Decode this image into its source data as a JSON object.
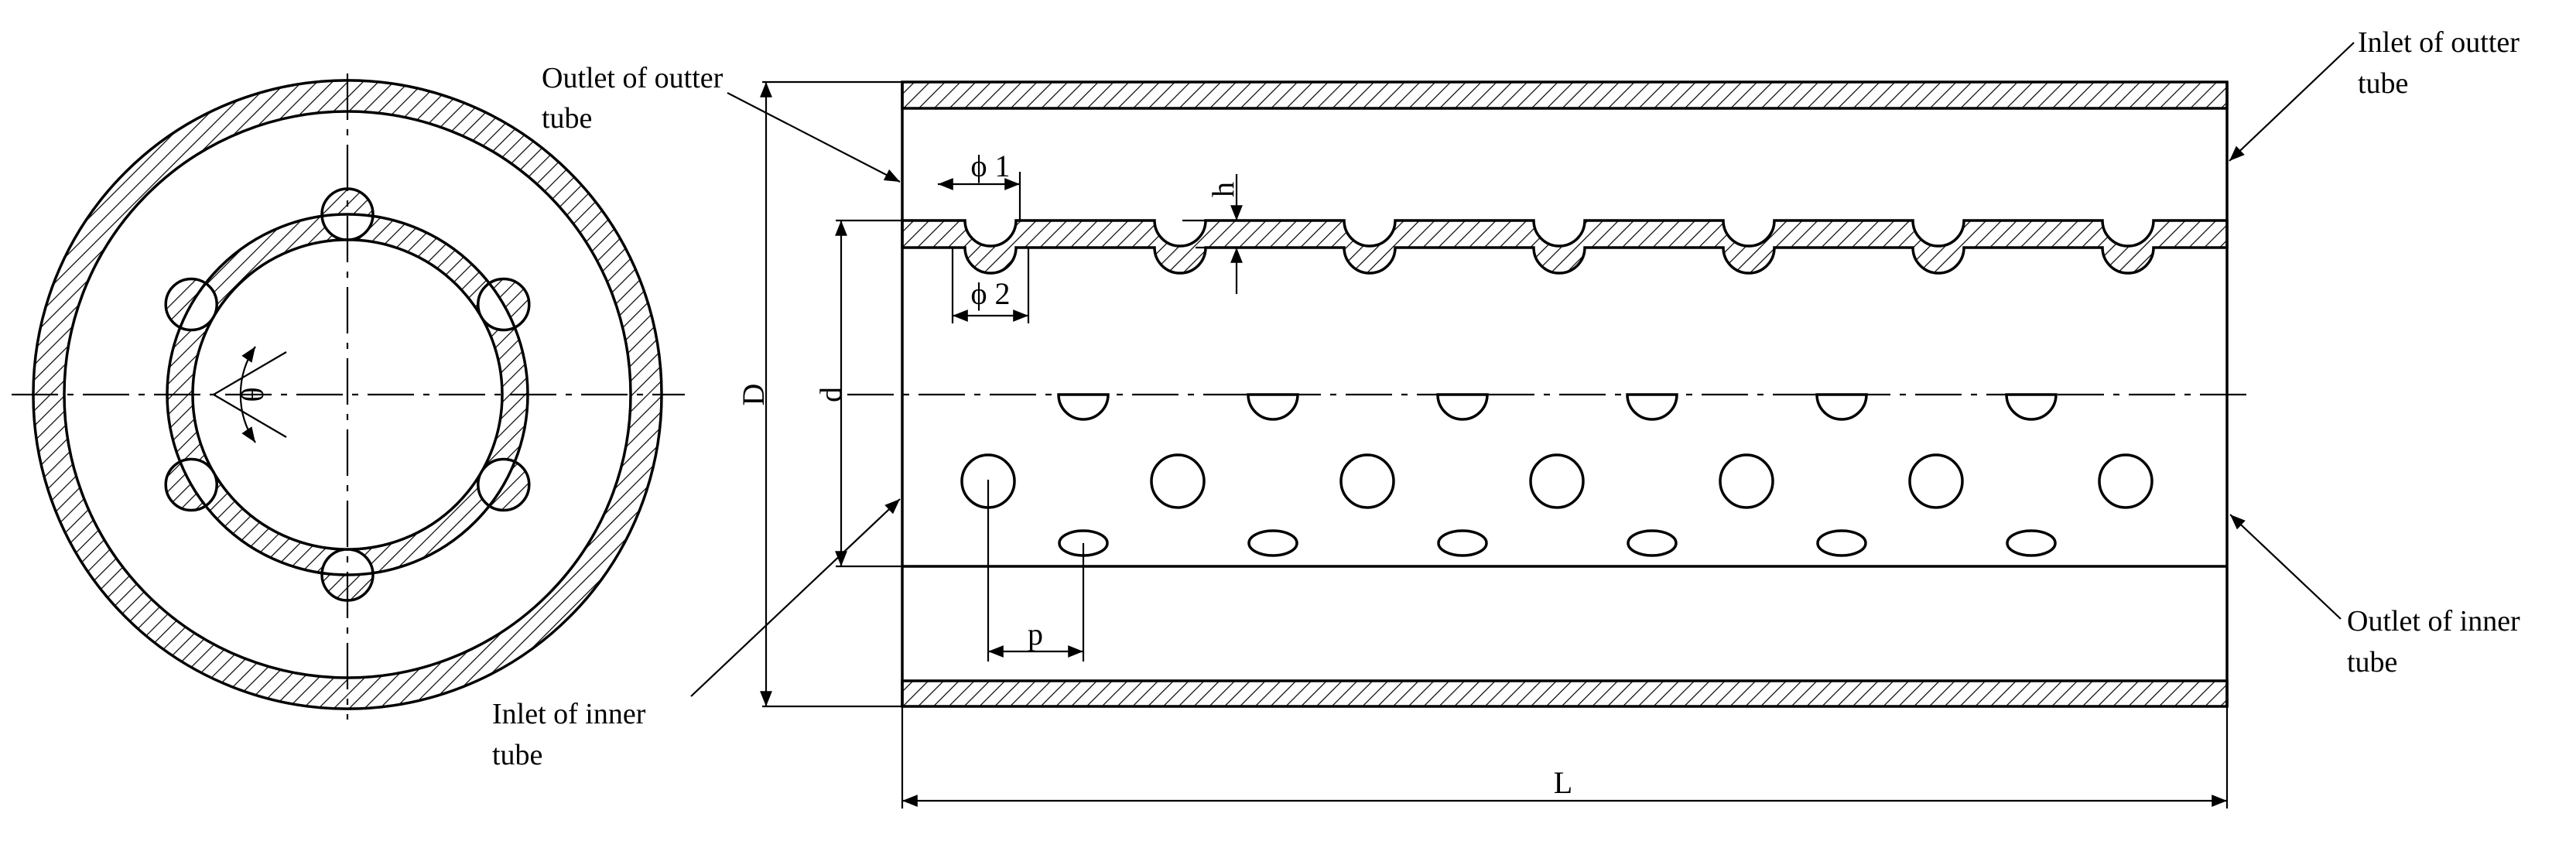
{
  "labels": {
    "outlet_outer_1": "Outlet of outter",
    "outlet_outer_2": "tube",
    "inlet_outer_1": "Inlet of outter",
    "inlet_outer_2": "tube",
    "outlet_inner_1": "Outlet of inner",
    "outlet_inner_2": "tube",
    "inlet_inner_1": "Inlet of inner",
    "inlet_inner_2": "tube"
  },
  "dimensions": {
    "phi1": "ϕ 1",
    "phi2": "ϕ 2",
    "h": "h",
    "D": "D",
    "d": "d",
    "p": "p",
    "L": "L",
    "theta": "θ"
  }
}
